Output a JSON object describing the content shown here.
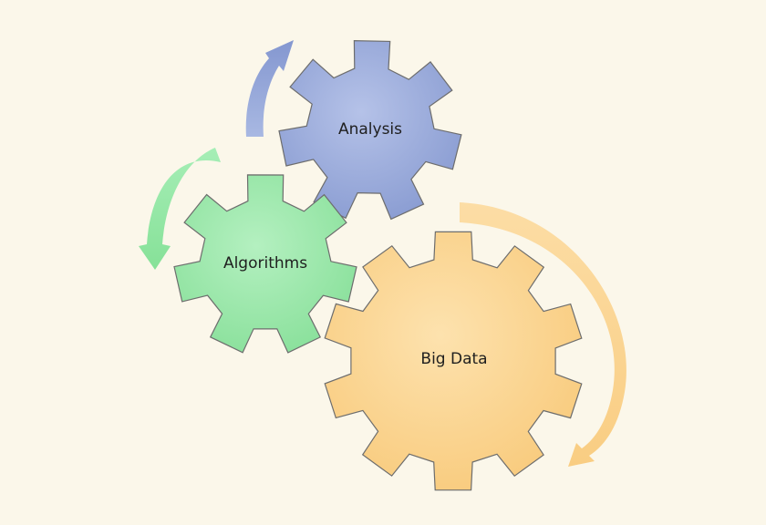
{
  "diagram": {
    "gears": [
      {
        "id": "analysis",
        "label": "Analysis",
        "color": "#8fa2d6",
        "color_light": "#a9b8e2"
      },
      {
        "id": "algorithms",
        "label": "Algorithms",
        "color": "#8fe3a0",
        "color_light": "#a8ecb5"
      },
      {
        "id": "big-data",
        "label": "Big Data",
        "color": "#f9cf85",
        "color_light": "#fbdca3"
      }
    ],
    "arrows": [
      {
        "id": "blue-arrow",
        "color": "#94a8d9",
        "direction": "clockwise"
      },
      {
        "id": "green-arrow",
        "color": "#94e8a6",
        "direction": "counter-clockwise"
      },
      {
        "id": "orange-arrow",
        "color": "#fbd591",
        "direction": "clockwise"
      }
    ],
    "outline_color": "#6d6d6d"
  }
}
